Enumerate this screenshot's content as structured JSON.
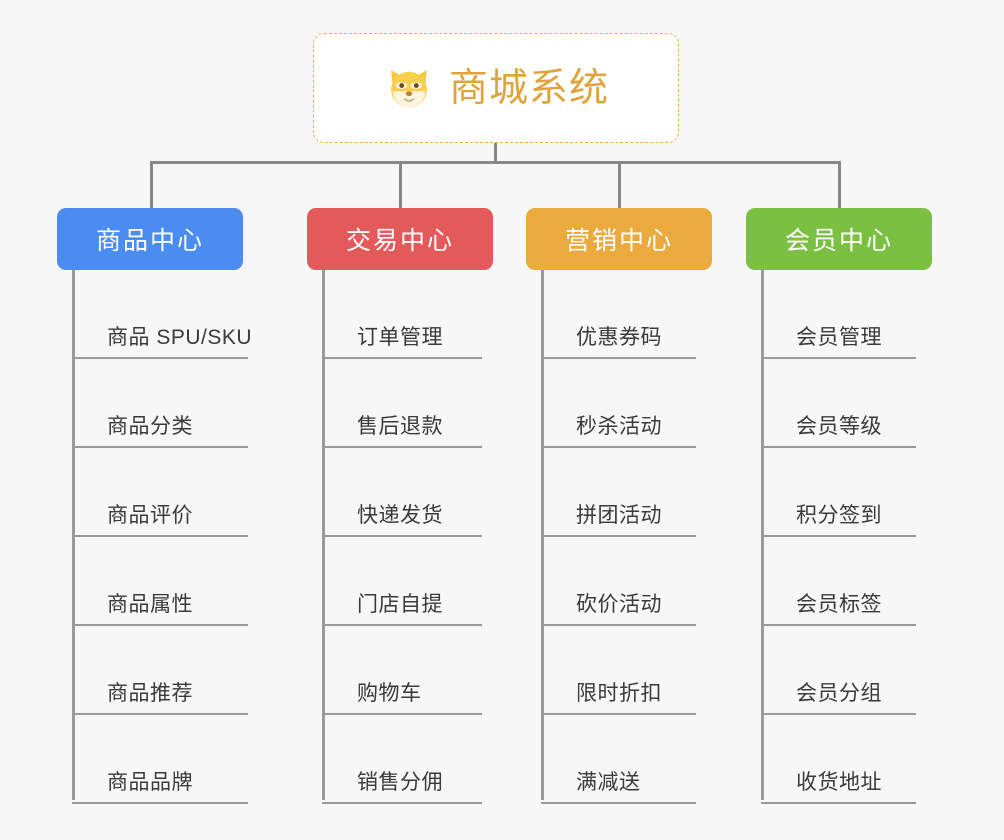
{
  "background_color": "#f7f7f7",
  "root": {
    "title": "商城系统",
    "icon": "shiba-dog-face-emoji",
    "text_color": "#e0a43c",
    "border_color": "#e8ae4e"
  },
  "connector_color": "#888888",
  "columns": [
    {
      "header": "商品中心",
      "color": "#4a8cf0",
      "items": [
        "商品 SPU/SKU",
        "商品分类",
        "商品评价",
        "商品属性",
        "商品推荐",
        "商品品牌"
      ]
    },
    {
      "header": "交易中心",
      "color": "#e4595a",
      "items": [
        "订单管理",
        "售后退款",
        "快递发货",
        "门店自提",
        "购物车",
        "销售分佣"
      ]
    },
    {
      "header": "营销中心",
      "color": "#eaaa3e",
      "items": [
        "优惠券码",
        "秒杀活动",
        "拼团活动",
        "砍价活动",
        "限时折扣",
        "满减送"
      ]
    },
    {
      "header": "会员中心",
      "color": "#7bc043",
      "items": [
        "会员管理",
        "会员等级",
        "积分签到",
        "会员标签",
        "会员分组",
        "收货地址"
      ]
    }
  ]
}
